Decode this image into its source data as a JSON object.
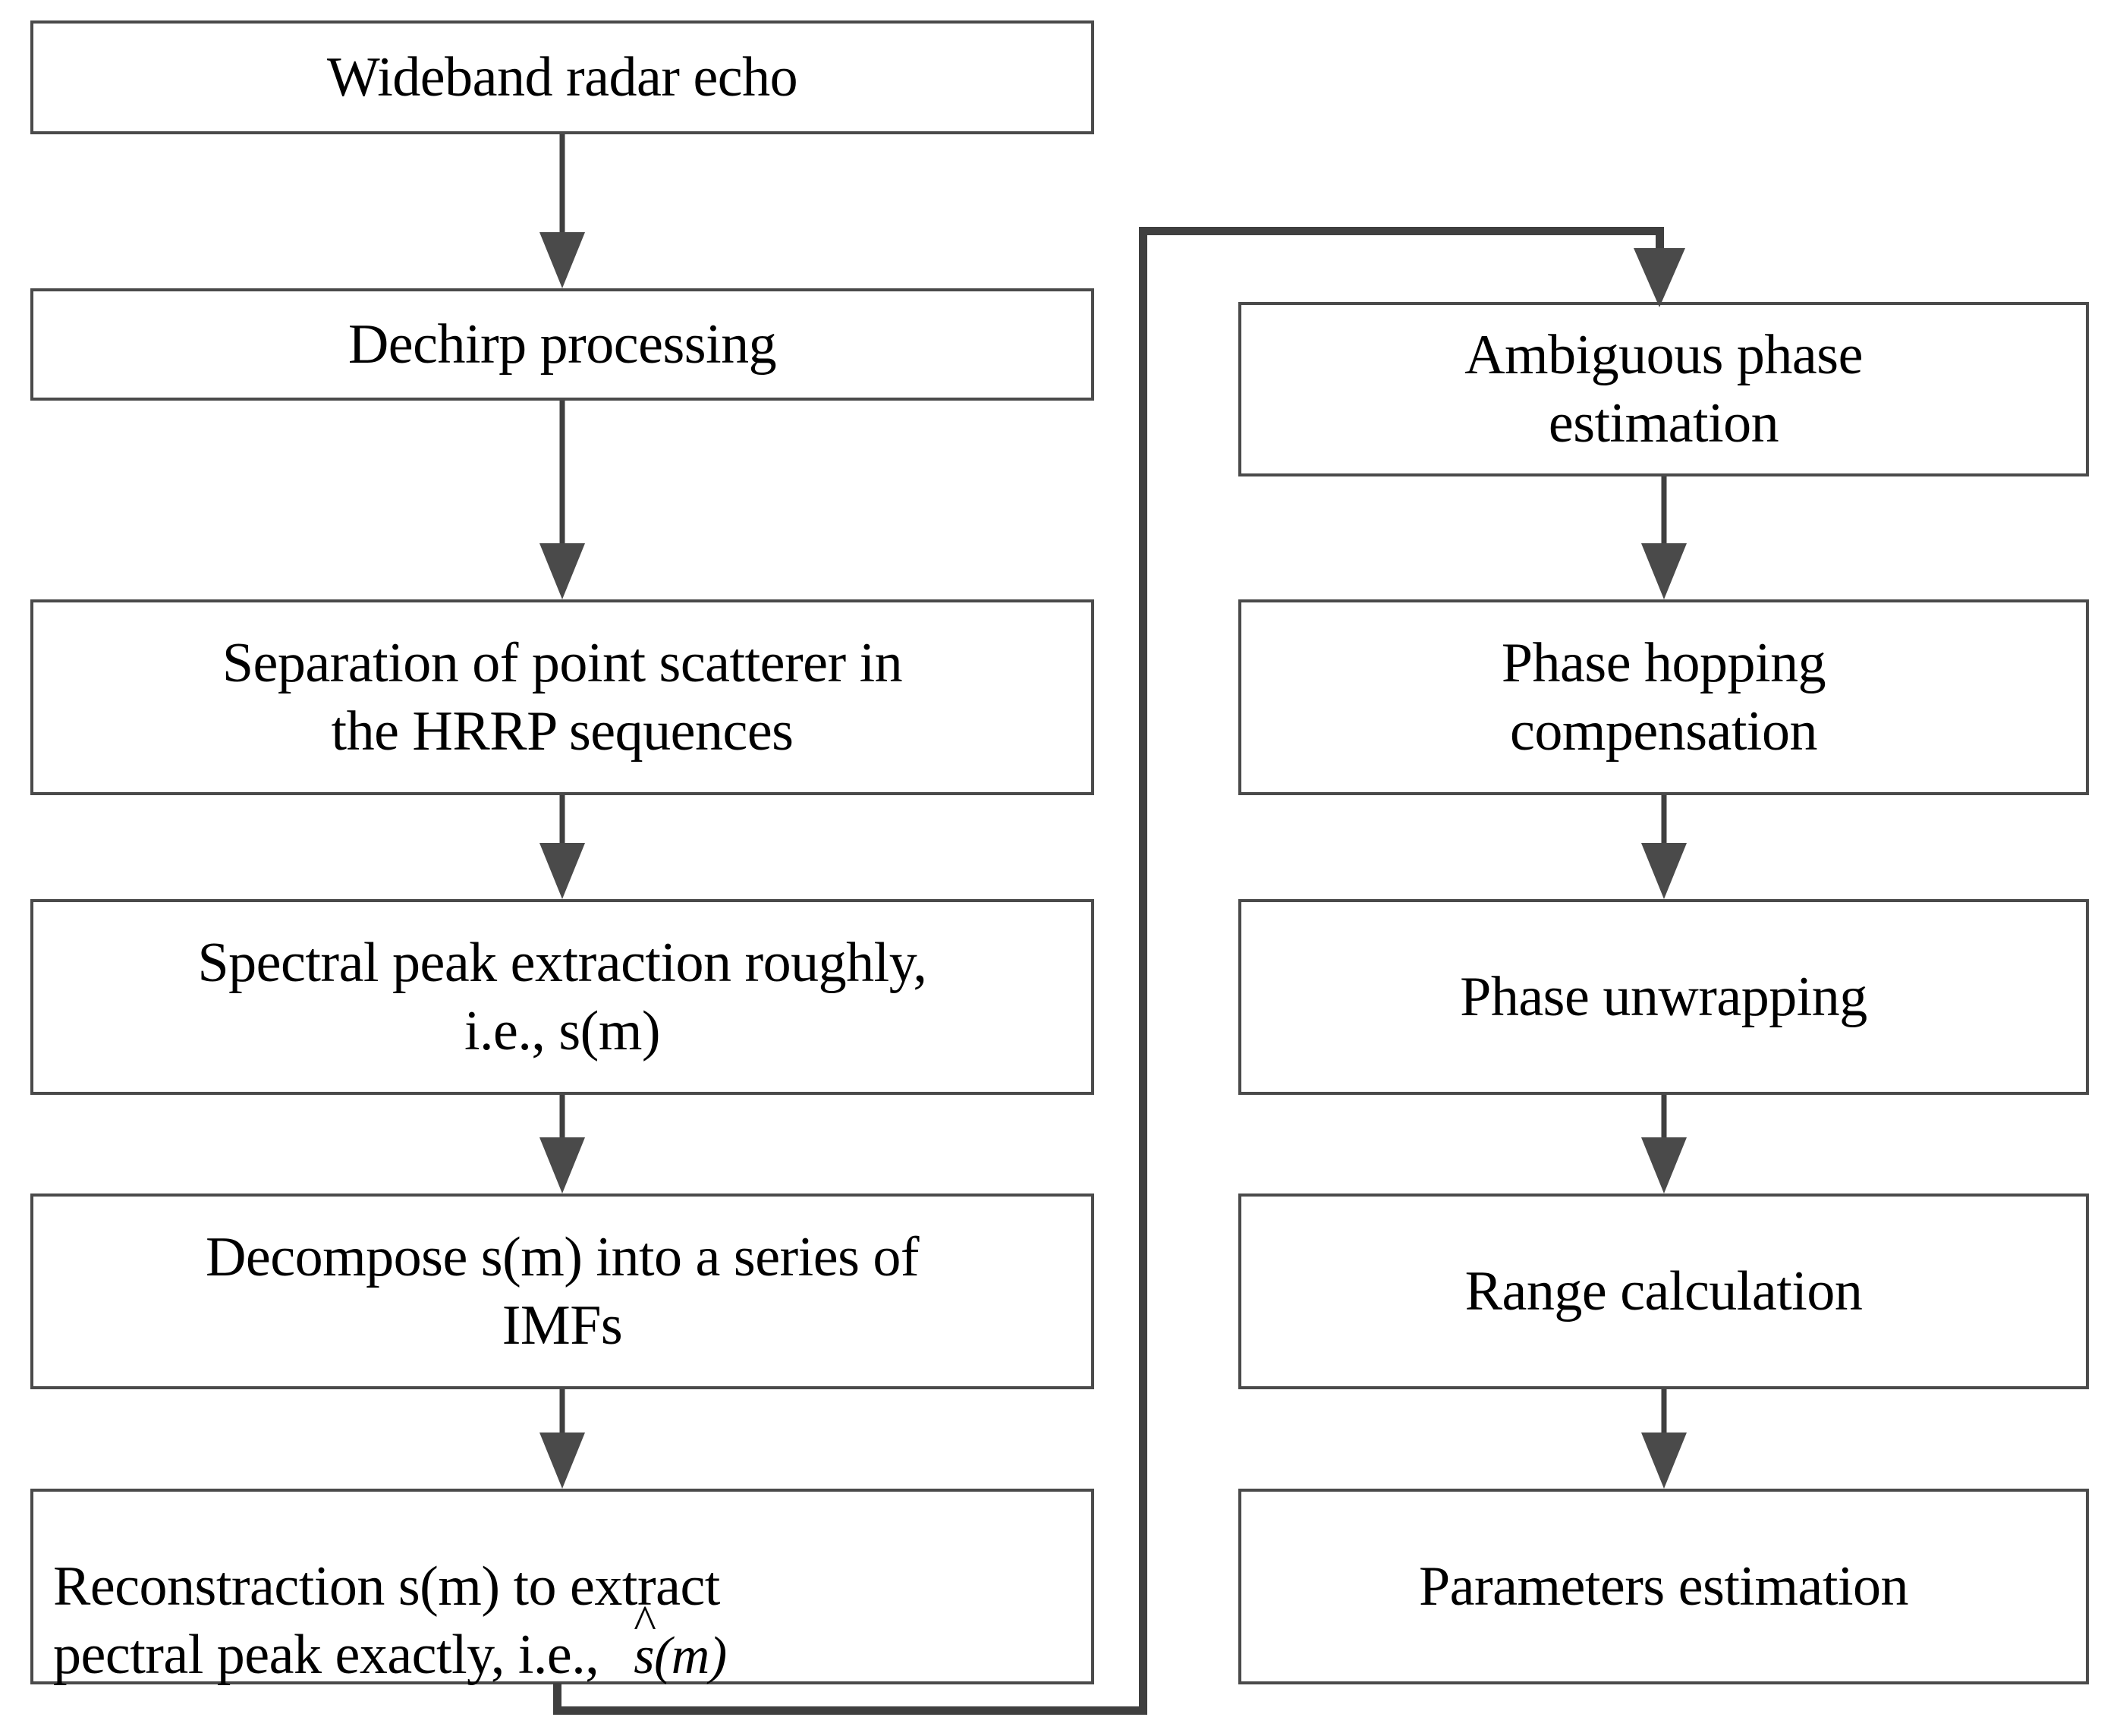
{
  "diagram": {
    "title": "Wideband radar parameter estimation flowchart",
    "type": "flowchart",
    "colors": {
      "box_border": "#4a4a4a",
      "box_fill": "#ffffff",
      "text": "#000000",
      "connector": "#3f3f3f"
    },
    "left_column": [
      {
        "id": "wideband-radar-echo",
        "label": "Wideband radar echo"
      },
      {
        "id": "dechirp-processing",
        "label": "Dechirp processing"
      },
      {
        "id": "separation-point-scatterer",
        "label": "Separation of point scatterer in\nthe HRRP sequences"
      },
      {
        "id": "spectral-peak-extraction",
        "label": "Spectral peak extraction roughly,\ni.e., s(m)"
      },
      {
        "id": "decompose-imfs",
        "label": "Decompose s(m) into a series of\nIMFs"
      },
      {
        "id": "reconstruction-spectral-peak",
        "label": "Reconstraction s(m) to extract\npectral peak exactly, i.e.,",
        "math": {
          "base": "s",
          "hat": "^",
          "args": "(m)"
        }
      }
    ],
    "right_column": [
      {
        "id": "ambiguous-phase-estimation",
        "label": "Ambiguous phase\nestimation"
      },
      {
        "id": "phase-hopping-compensation",
        "label": "Phase hopping\ncompensation"
      },
      {
        "id": "phase-unwrapping",
        "label": "Phase unwrapping"
      },
      {
        "id": "range-calculation",
        "label": "Range calculation"
      },
      {
        "id": "parameters-estimation",
        "label": "Parameters estimation"
      }
    ],
    "connectors": {
      "left_chain": [
        "wideband-radar-echo -> dechirp-processing",
        "dechirp-processing -> separation-point-scatterer",
        "separation-point-scatterer -> spectral-peak-extraction",
        "spectral-peak-extraction -> decompose-imfs",
        "decompose-imfs -> reconstruction-spectral-peak"
      ],
      "right_chain": [
        "ambiguous-phase-estimation -> phase-hopping-compensation",
        "phase-hopping-compensation -> phase-unwrapping",
        "phase-unwrapping -> range-calculation",
        "range-calculation -> parameters-estimation"
      ],
      "bridge": "reconstruction-spectral-peak -> ambiguous-phase-estimation"
    }
  }
}
